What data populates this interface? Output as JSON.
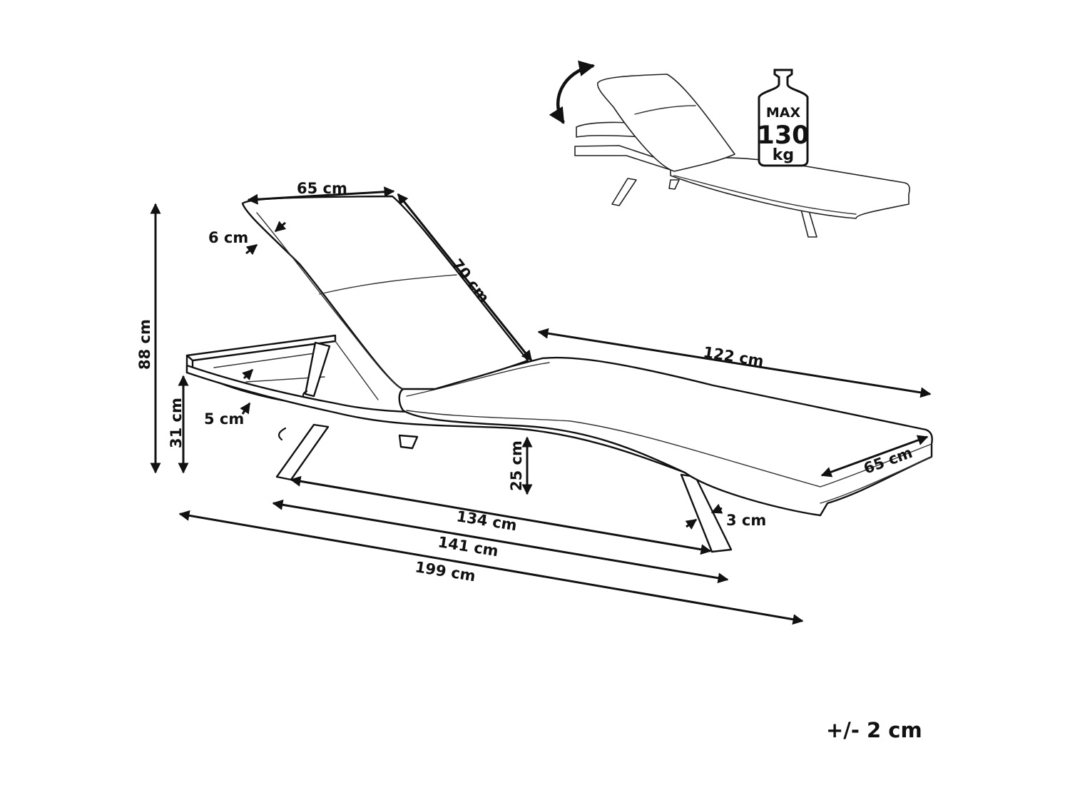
{
  "dimensions": {
    "backrest_width": "65 cm",
    "backrest_thickness": "6 cm",
    "backrest_length": "70 cm",
    "total_height": "88 cm",
    "seat_length": "122 cm",
    "frame_height": "31 cm",
    "frame_thickness": "5 cm",
    "leg_height": "25 cm",
    "seat_width": "65 cm",
    "leg_thickness": "3 cm",
    "leg_span_1": "134 cm",
    "leg_span_2": "141 cm",
    "total_length": "199 cm"
  },
  "weight_badge": {
    "line1": "MAX",
    "line2": "130",
    "line3": "kg"
  },
  "tolerance": "+/- 2 cm",
  "icons": {
    "adjust": "curved-double-arrow-icon",
    "weight": "weight-icon"
  }
}
